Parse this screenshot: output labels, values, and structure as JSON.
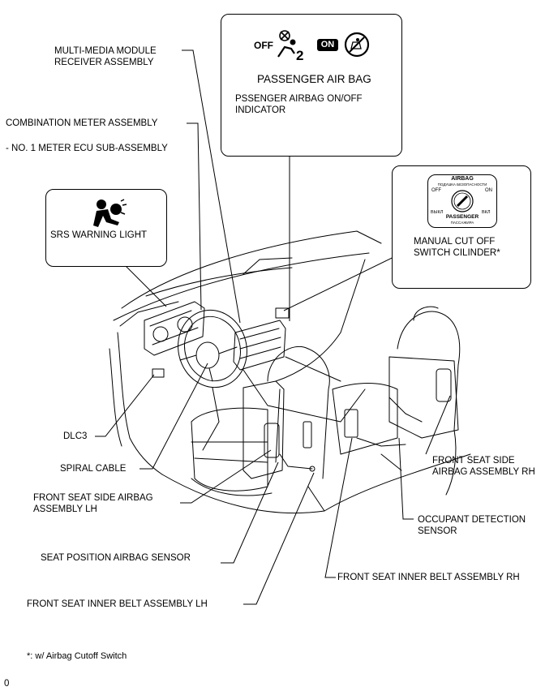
{
  "labels": {
    "multimedia": "MULTI-MEDIA MODULE\nRECEIVER ASSEMBLY",
    "combination_meter": "COMBINATION METER ASSEMBLY",
    "meter_ecu": "- NO. 1 METER ECU SUB-ASSEMBLY",
    "dlc3": "DLC3",
    "spiral_cable": "SPIRAL CABLE",
    "front_side_airbag_lh": "FRONT SEAT SIDE AIRBAG\nASSEMBLY LH",
    "seat_position_sensor": "SEAT POSITION AIRBAG SENSOR",
    "inner_belt_lh": "FRONT SEAT INNER BELT ASSEMBLY LH",
    "front_side_airbag_rh": "FRONT SEAT SIDE\nAIRBAG ASSEMBLY RH",
    "occupant_sensor": "OCCUPANT DETECTION\nSENSOR",
    "inner_belt_rh": "FRONT SEAT INNER BELT ASSEMBLY RH",
    "footnote": "*: w/ Airbag Cutoff Switch",
    "corner": "0"
  },
  "callouts": {
    "srs": {
      "label": "SRS WARNING LIGHT",
      "icon": "airbag-warning-icon"
    },
    "passenger": {
      "off_text": "OFF",
      "on_text": "ON",
      "title": "PASSENGER AIR BAG",
      "caption": "PSSENGER AIRBAG ON/OFF\nINDICATOR",
      "icons": [
        "passenger-airbag-off-icon",
        "child-seat-airbag-icon"
      ]
    },
    "cutoff": {
      "label": "MANUAL CUT OFF\nSWITCH CILINDER*",
      "dial": {
        "top": "AIRBAG",
        "top_ru": "ПОДУШКА БЕЗОПАСНОСТИ",
        "off": "OFF",
        "on": "ON",
        "off_ru": "ВЫКЛ",
        "on_ru": "ВКЛ",
        "bottom": "PASSENGER",
        "bottom_ru": "ПАССАЖИРА"
      }
    }
  }
}
